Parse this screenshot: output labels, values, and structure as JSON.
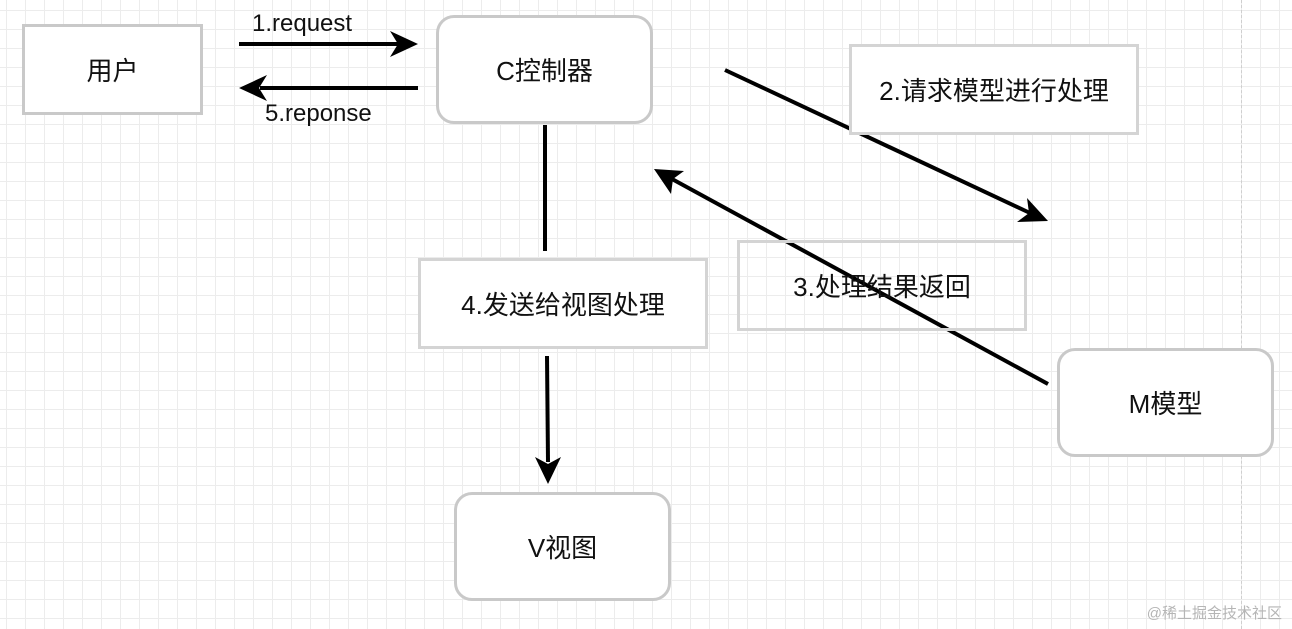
{
  "nodes": {
    "user": "用户",
    "controller": "C控制器",
    "model": "M模型",
    "view": "V视图"
  },
  "edges": {
    "request": "1.request",
    "response": "5.reponse",
    "to_model": "2.请求模型进行处理",
    "result_return": "3.处理结果返回",
    "to_view": "4.发送给视图处理"
  },
  "watermark": "@稀土掘金技术社区",
  "colors": {
    "node_border": "#c9c9c9",
    "arrow": "#000000",
    "grid": "#ececec"
  }
}
